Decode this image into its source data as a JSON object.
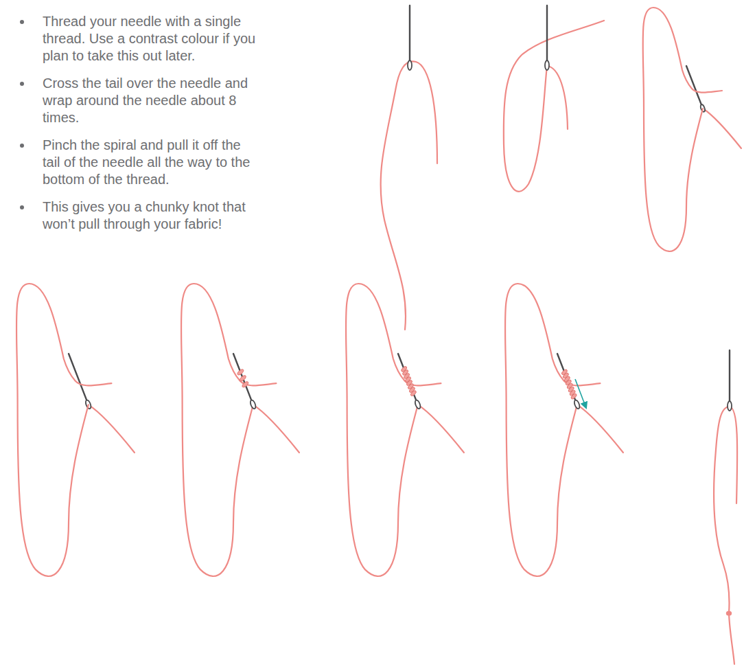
{
  "diagram": {
    "labels": [
      "Thread your needle with a single thread. Use a contrast colour if you plan to take this out later.",
      "Cross the tail over the needle and wrap around the needle about 8 times.",
      "Pinch the spiral and pull it off the tail of the needle all the way to the bottom of the thread.",
      "This gives you a chunky knot that won’t pull through your fabric!"
    ]
  }
}
